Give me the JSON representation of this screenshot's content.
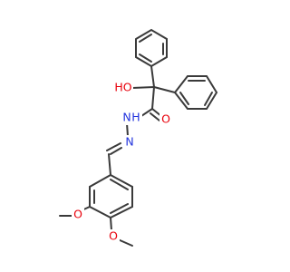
{
  "diagram": {
    "type": "chemical-structure",
    "colors": {
      "bond": "#3a3a3a",
      "oxygen": "#e8000b",
      "nitrogen": "#2233dd",
      "carbon": "#3a3a3a"
    },
    "atom_labels": {
      "hydroxyl": "HO",
      "hydroxyl_h": "H",
      "hydroxyl_o": "O",
      "amide_n": "N",
      "amide_h": "H",
      "hydrazone_n": "N",
      "carbonyl_o": "O",
      "methoxy1_o": "O",
      "methoxy2_o": "O"
    }
  }
}
